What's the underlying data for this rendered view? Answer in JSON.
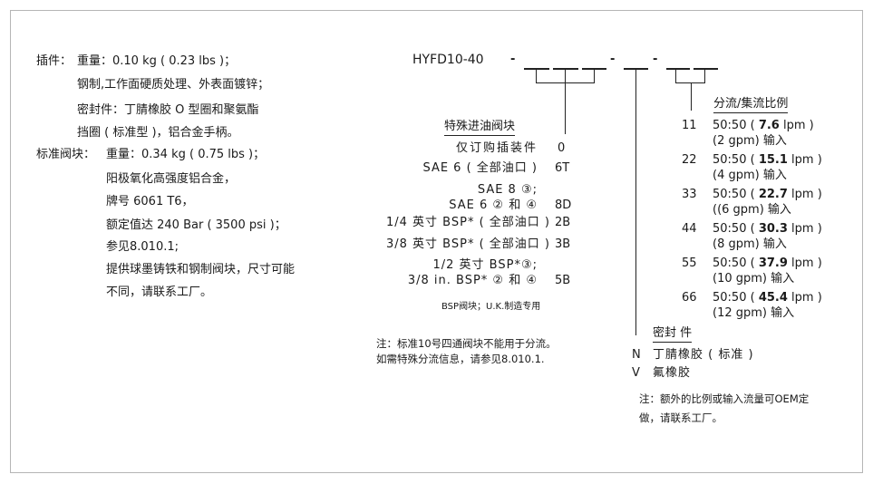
{
  "specs": {
    "cartridge_label": "插件：",
    "cartridge_lines": [
      "重量：0.10 kg ( 0.23 lbs )；",
      "钢制,工作面硬质处理、外表面镀锌；",
      "密封件：丁腈橡胶 O 型圈和聚氨酯",
      "挡圈 ( 标准型 )，铝合金手柄。"
    ],
    "body_label": "标准阀块：",
    "body_lines": [
      "重量：0.34 kg ( 0.75 lbs )；",
      "阳极氧化高强度铝合金，",
      "牌号 6061 T6，",
      "额定值达 240 Bar ( 3500 psi )；",
      "参见8.010.1;",
      "提供球墨铸铁和钢制阀块，尺寸可能",
      "不同，请联系工厂。"
    ]
  },
  "model_code": {
    "prefix": "HYFD10-40",
    "dash": "-"
  },
  "ports": {
    "title": "特殊进油阀块",
    "items": [
      {
        "label": "仅订购插装件",
        "code": "0"
      },
      {
        "label": "SAE 6 ( 全部油口 )",
        "code": "6T"
      },
      {
        "label": "SAE 8 ③;",
        "label2": "SAE 6 ② 和 ④",
        "code": "8D"
      },
      {
        "label": "1/4 英寸 BSP* ( 全部油口 )",
        "code": "2B"
      },
      {
        "label": "3/8 英寸 BSP* ( 全部油口 )",
        "code": "3B"
      },
      {
        "label": "1/2 英寸 BSP*③;",
        "label2": "3/8 in. BSP* ② 和 ④",
        "code": "5B"
      }
    ],
    "footnote": "BSP阀块；U.K.制造专用",
    "note_lines": [
      "注：标准10号四通阀块不能用于分流。",
      "如需特殊分流信息，请参见8.010.1."
    ]
  },
  "ratio": {
    "title": "分流/集流比例",
    "items": [
      {
        "code": "11",
        "ratio": "50:50 (",
        "lpm": "7.6",
        "unit": "lpm  )",
        "input": "(2 gpm) 输入"
      },
      {
        "code": "22",
        "ratio": "50:50 (",
        "lpm": "15.1",
        "unit": "lpm )",
        "input": "(4 gpm) 输入"
      },
      {
        "code": "33",
        "ratio": "50:50 (",
        "lpm": "22.7",
        "unit": "lpm )",
        "input": "((6 gpm) 输入"
      },
      {
        "code": "44",
        "ratio": "50:50 (",
        "lpm": "30.3",
        "unit": "lpm )",
        "input": "(8 gpm) 输入"
      },
      {
        "code": "55",
        "ratio": "50:50 (",
        "lpm": "37.9",
        "unit": "lpm )",
        "input": "(10 gpm) 输入"
      },
      {
        "code": "66",
        "ratio": "50:50 (",
        "lpm": "45.4",
        "unit": "lpm )",
        "input": "(12 gpm) 输入"
      }
    ]
  },
  "seals": {
    "title": "密封 件",
    "items": [
      {
        "code": "N",
        "label": "丁腈橡胶 ( 标准 )"
      },
      {
        "code": "V",
        "label": "氟橡胶"
      }
    ],
    "note_lines": [
      "注：额外的比例或输入流量可OEM定",
      "做，请联系工厂。"
    ]
  }
}
